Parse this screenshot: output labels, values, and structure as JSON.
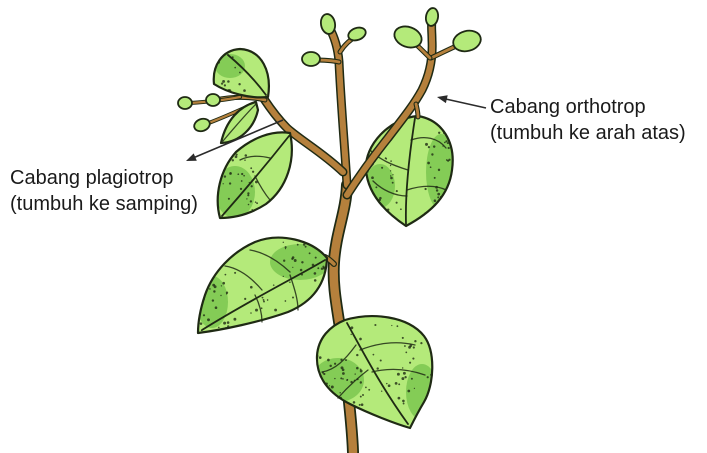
{
  "labels": {
    "orthotrop": {
      "title": "Cabang orthotrop",
      "note": "(tumbuh ke arah atas)"
    },
    "plagiotrop": {
      "title": "Cabang plagiotrop",
      "note": "(tumbuh ke samping)"
    }
  },
  "colors": {
    "leaf": "#b4ea7a",
    "leaf_shade": "#5db338",
    "stem": "#b5803c",
    "outline": "#1f2a14",
    "label_text": "#1a1a1a"
  }
}
